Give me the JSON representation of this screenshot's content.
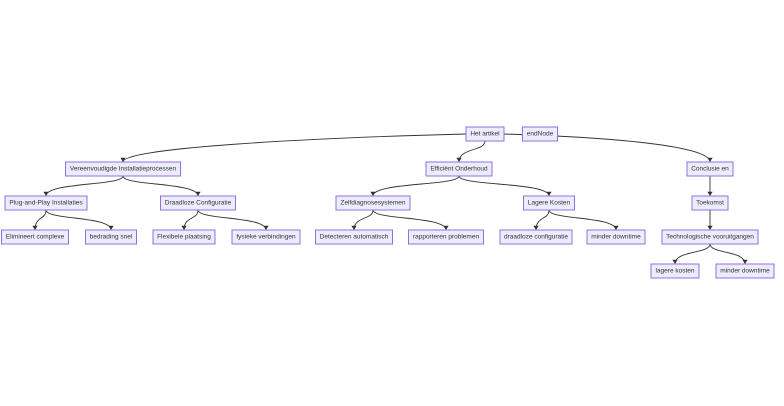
{
  "diagram": {
    "type": "flowchart",
    "colors": {
      "node_fill": "#ececff",
      "node_stroke": "#9370db",
      "edge": "#333333",
      "text": "#333333"
    },
    "nodes": [
      {
        "id": "root",
        "label": "Het artikel"
      },
      {
        "id": "endNode",
        "label": "endNode"
      },
      {
        "id": "n1",
        "label": "Vereenvoudigde Installatieprocessen"
      },
      {
        "id": "n2",
        "label": "Efficiënt Onderhoud"
      },
      {
        "id": "n3",
        "label": "Conclusie en"
      },
      {
        "id": "n1a",
        "label": "Plug-and-Play Installaties"
      },
      {
        "id": "n1b",
        "label": "Draadloze Configuratie"
      },
      {
        "id": "n2a",
        "label": "Zelfdiagnosesystemen"
      },
      {
        "id": "n2b",
        "label": "Lagere Kosten"
      },
      {
        "id": "n3a",
        "label": "Toekomst"
      },
      {
        "id": "l1",
        "label": "Elimineert complexe"
      },
      {
        "id": "l2",
        "label": "bedrading snel"
      },
      {
        "id": "l3",
        "label": "Flexibele plaatsing"
      },
      {
        "id": "l4",
        "label": "fysieke verbindingen"
      },
      {
        "id": "l5",
        "label": "Detecteren automatisch"
      },
      {
        "id": "l6",
        "label": "rapporteren problemen"
      },
      {
        "id": "l7",
        "label": "draadloze configuratie"
      },
      {
        "id": "l8",
        "label": "minder downtime"
      },
      {
        "id": "t1",
        "label": "Technologische vooruitgangen"
      },
      {
        "id": "t2",
        "label": "lagere kosten"
      },
      {
        "id": "t3",
        "label": "minder downtime"
      }
    ],
    "edges": [
      {
        "from": "root",
        "to": "n1"
      },
      {
        "from": "root",
        "to": "n2"
      },
      {
        "from": "root",
        "to": "n3"
      },
      {
        "from": "n1",
        "to": "n1a"
      },
      {
        "from": "n1",
        "to": "n1b"
      },
      {
        "from": "n2",
        "to": "n2a"
      },
      {
        "from": "n2",
        "to": "n2b"
      },
      {
        "from": "n3",
        "to": "n3a"
      },
      {
        "from": "n1a",
        "to": "l1"
      },
      {
        "from": "n1a",
        "to": "l2"
      },
      {
        "from": "n1b",
        "to": "l3"
      },
      {
        "from": "n1b",
        "to": "l4"
      },
      {
        "from": "n2a",
        "to": "l5"
      },
      {
        "from": "n2a",
        "to": "l6"
      },
      {
        "from": "n2b",
        "to": "l7"
      },
      {
        "from": "n2b",
        "to": "l8"
      },
      {
        "from": "n3a",
        "to": "t1"
      },
      {
        "from": "t1",
        "to": "t2"
      },
      {
        "from": "t1",
        "to": "t3"
      }
    ]
  }
}
